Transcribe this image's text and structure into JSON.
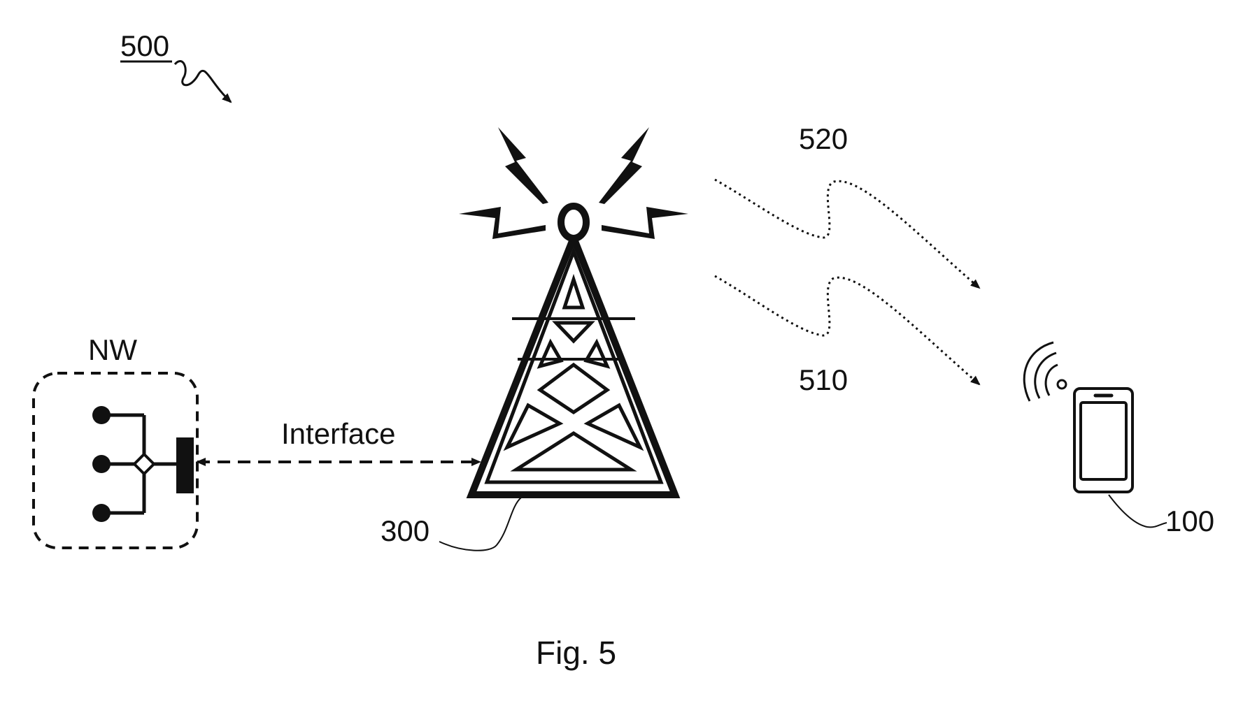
{
  "figure": {
    "caption": "Fig. 5",
    "system_label": "500",
    "network": {
      "label": "NW"
    },
    "interface": {
      "label": "Interface"
    },
    "base_station": {
      "label": "300"
    },
    "downlink_signal": {
      "label": "520"
    },
    "uplink_signal": {
      "label": "510"
    },
    "terminal": {
      "label": "100"
    }
  },
  "colors": {
    "ink": "#111111",
    "background": "#ffffff"
  },
  "icons": [
    "network-node-icon",
    "antenna-tower-icon",
    "lightning-icon",
    "mobile-phone-icon",
    "wifi-waves-icon"
  ]
}
